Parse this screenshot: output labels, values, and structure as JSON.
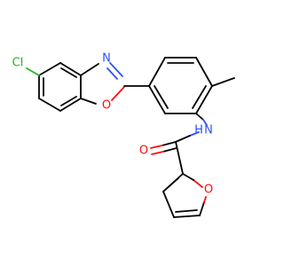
{
  "atoms": {
    "chlorine": "Cl",
    "oxazole_nitrogen": "N",
    "oxazole_oxygen": "O",
    "amide_nitrogen": "N",
    "amide_hydrogen": "H",
    "carbonyl_oxygen": "O",
    "furan_oxygen": "O"
  },
  "colors": {
    "bond": "#000000",
    "oxygen": "#ff0d0d",
    "nitrogen": "#3050f8",
    "chlorine": "#1fb51f"
  }
}
